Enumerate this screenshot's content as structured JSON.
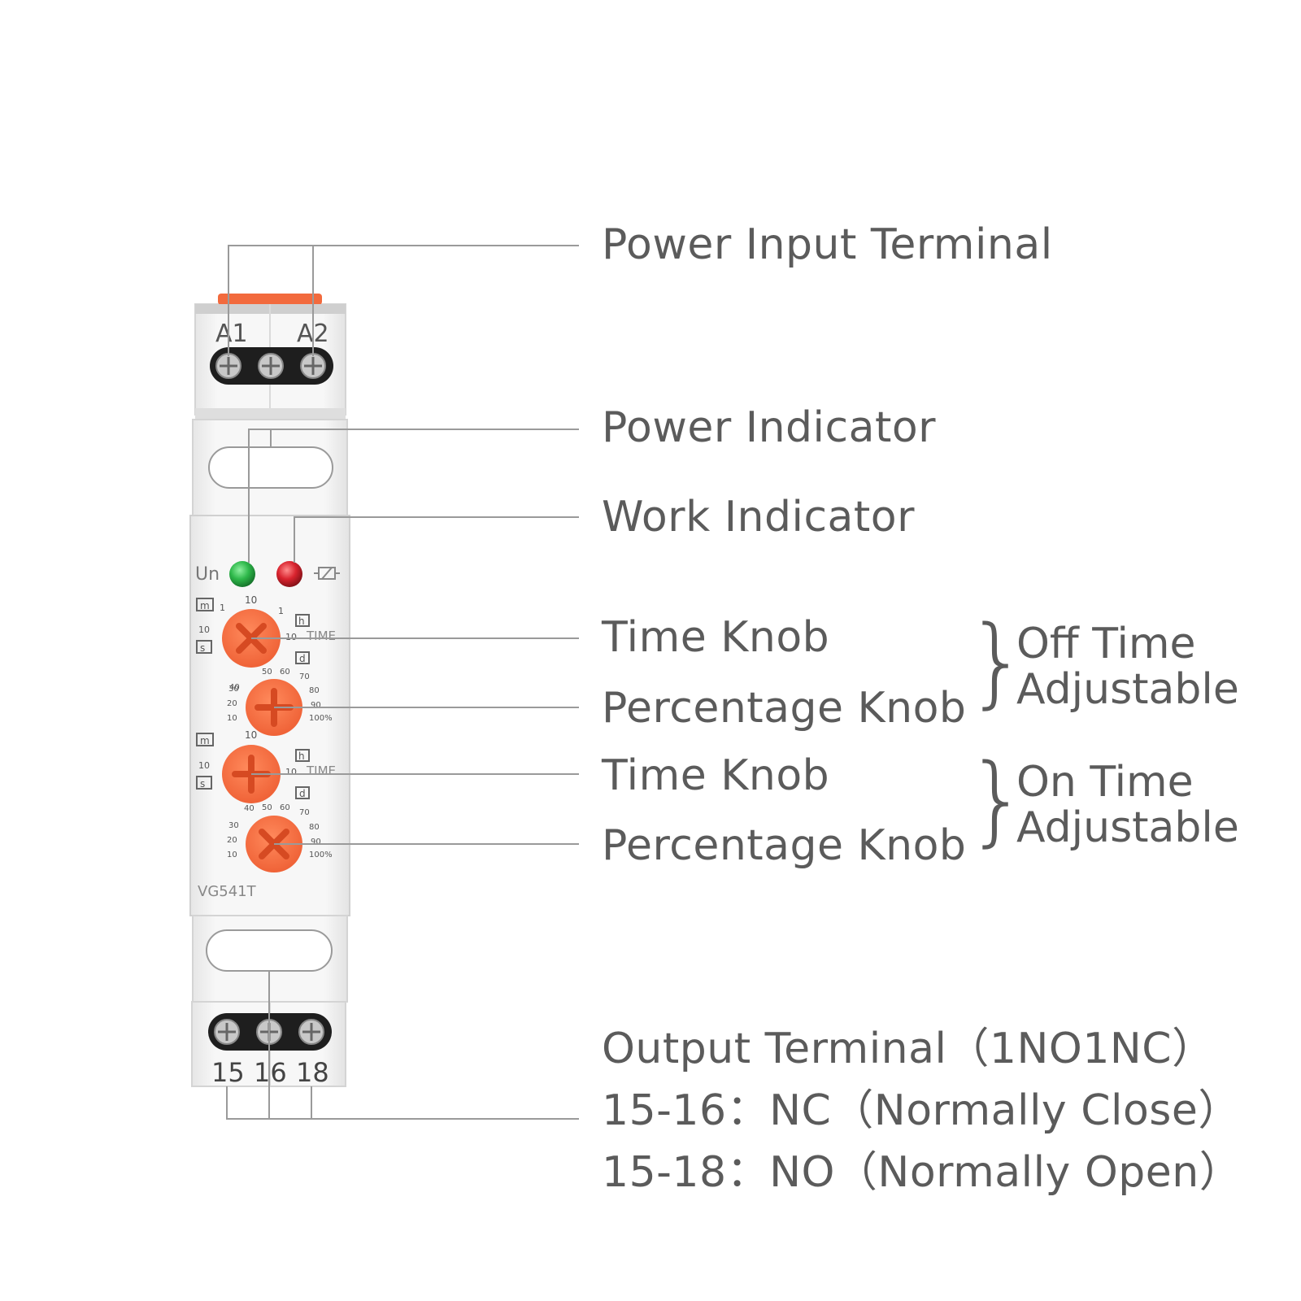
{
  "device": {
    "top_terminals": [
      "A1",
      "A2"
    ],
    "power_led_label": "Un",
    "model": "VG541T",
    "bottom_terminals": [
      "15",
      "16",
      "18"
    ],
    "knob_scale": {
      "time_range_marks": [
        "1",
        "10",
        "1",
        "10",
        "1"
      ],
      "time_units": [
        "m",
        "h",
        "s",
        "d"
      ],
      "time_word": "TIME",
      "percent_marks": [
        "10",
        "20",
        "30",
        "40",
        "50",
        "60",
        "70",
        "80",
        "90",
        "100%"
      ]
    },
    "colors": {
      "knob": "#f26a3d",
      "body": "#f4f4f4",
      "power_led": "#2eb84a",
      "work_led": "#d9232e",
      "terminal_strip": "#1e1e1e",
      "text": "#5b5b5b"
    }
  },
  "callouts": {
    "power_input": "Power Input Terminal",
    "power_indicator": "Power Indicator",
    "work_indicator": "Work Indicator",
    "time_knob_1": "Time Knob",
    "percentage_knob_1": "Percentage Knob",
    "time_knob_2": "Time Knob",
    "percentage_knob_2": "Percentage Knob",
    "output_terminal": "Output Terminal（1NO1NC）",
    "nc_line": "15-16：NC（Normally Close）",
    "no_line": "15-18：NO（Normally Open）"
  },
  "groups": {
    "off_time": [
      "Off Time",
      "Adjustable"
    ],
    "on_time": [
      "On Time",
      "Adjustable"
    ]
  }
}
